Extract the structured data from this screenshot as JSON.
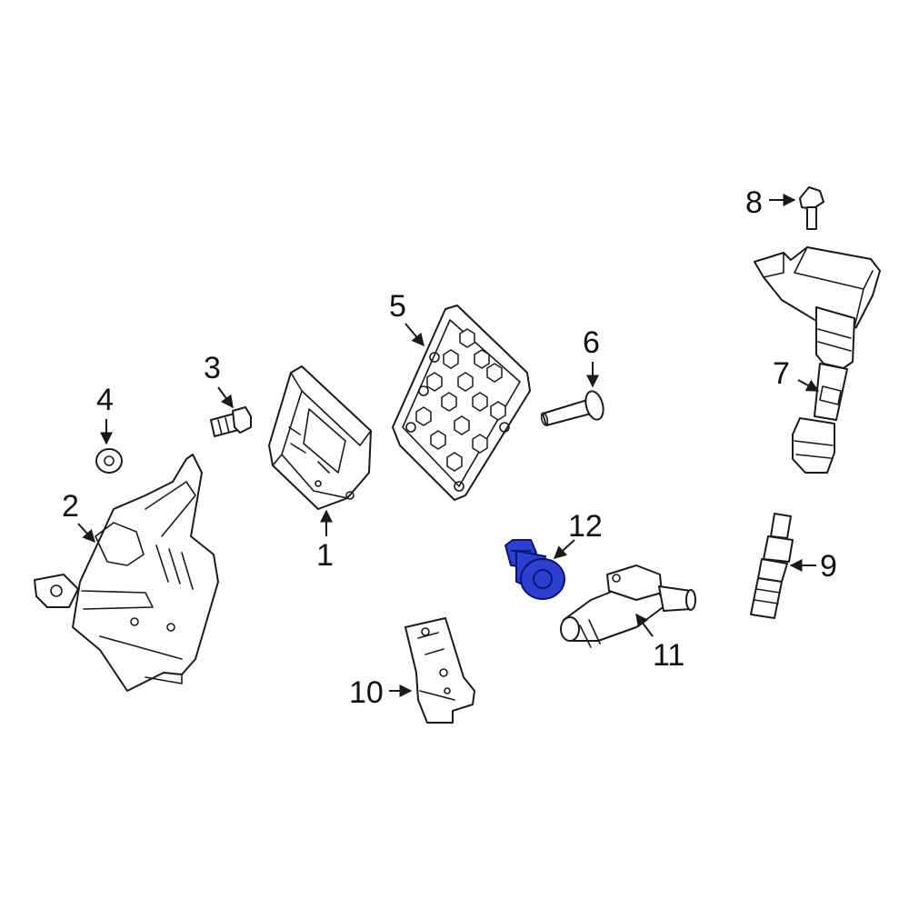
{
  "diagram": {
    "highlight_color": "#2b3fd0",
    "line_color": "#1a1a1a",
    "callouts": [
      {
        "id": "1",
        "label": "1"
      },
      {
        "id": "2",
        "label": "2"
      },
      {
        "id": "3",
        "label": "3"
      },
      {
        "id": "4",
        "label": "4"
      },
      {
        "id": "5",
        "label": "5"
      },
      {
        "id": "6",
        "label": "6"
      },
      {
        "id": "7",
        "label": "7"
      },
      {
        "id": "8",
        "label": "8"
      },
      {
        "id": "9",
        "label": "9"
      },
      {
        "id": "10",
        "label": "10"
      },
      {
        "id": "11",
        "label": "11"
      },
      {
        "id": "12",
        "label": "12"
      }
    ],
    "highlighted_part": "12"
  }
}
